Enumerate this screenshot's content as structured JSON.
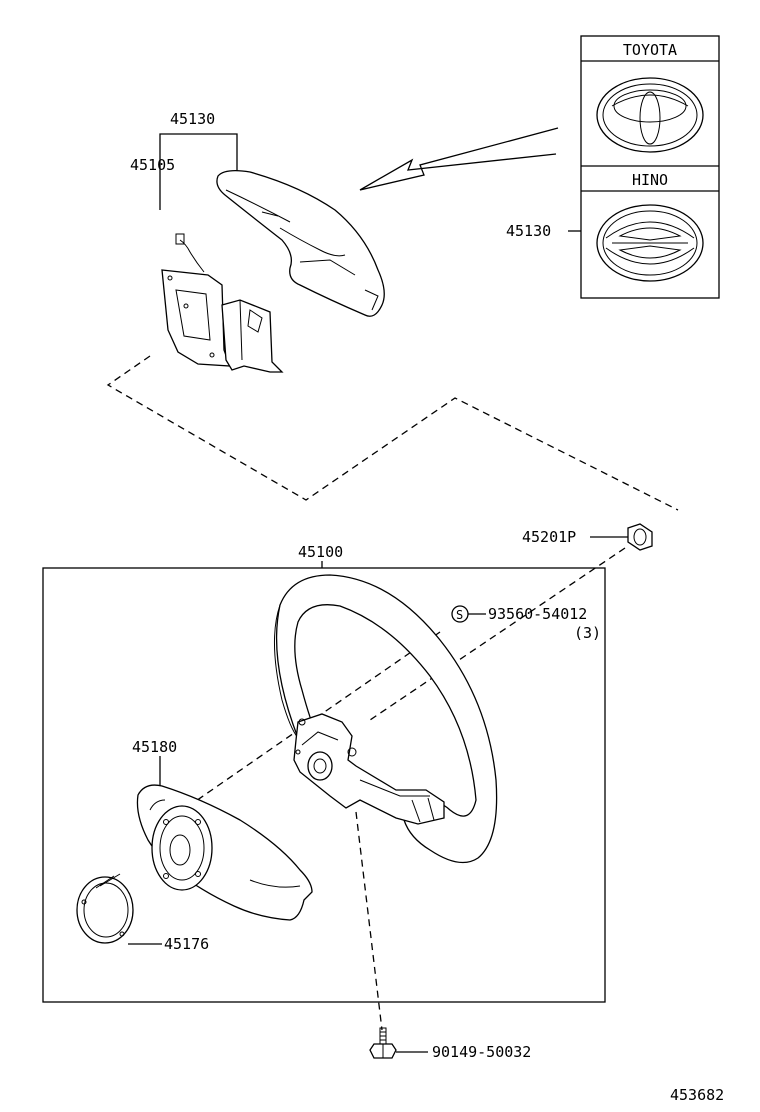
{
  "labels": {
    "emblem_assembly": "45130",
    "pad_cover_bracket": "45105",
    "emblem_option": "45130",
    "wheel_assembly": "45100",
    "nut": "45201P",
    "screw_part": "93560-54012",
    "screw_qty": "(3)",
    "pad_assembly": "45180",
    "spring": "45176",
    "bolt": "90149-50032",
    "illustration_no": "453682"
  },
  "emblem_box": {
    "toyota_label": "TOYOTA",
    "hino_label": "HINO"
  },
  "screw_symbol": "S"
}
